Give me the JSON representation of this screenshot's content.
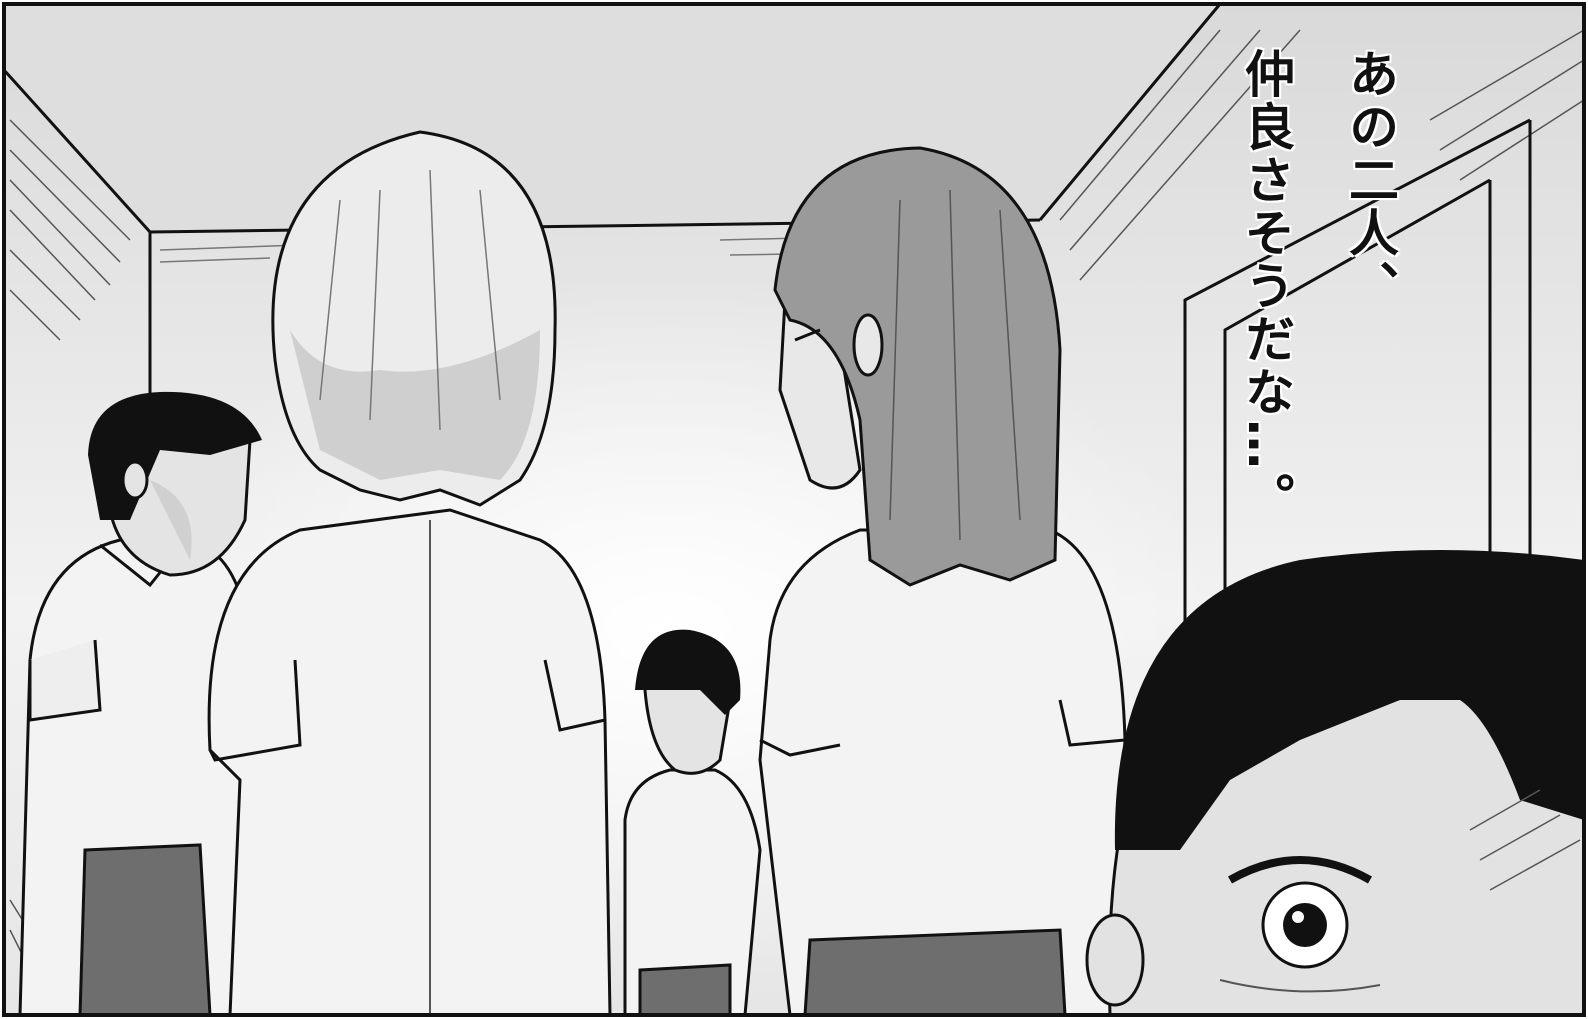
{
  "panel": {
    "kind": "manga-panel",
    "style": "grayscale"
  },
  "caption": {
    "lines": [
      "あの二人、",
      "仲良さそうだな…。"
    ]
  },
  "colors": {
    "ink": "#111111",
    "wall": "#dcdcdc",
    "hair_light": "#ececec",
    "hair_mid": "#9a9a9a",
    "skirt": "#6e6e6e",
    "shirt": "#f3f3f3"
  }
}
